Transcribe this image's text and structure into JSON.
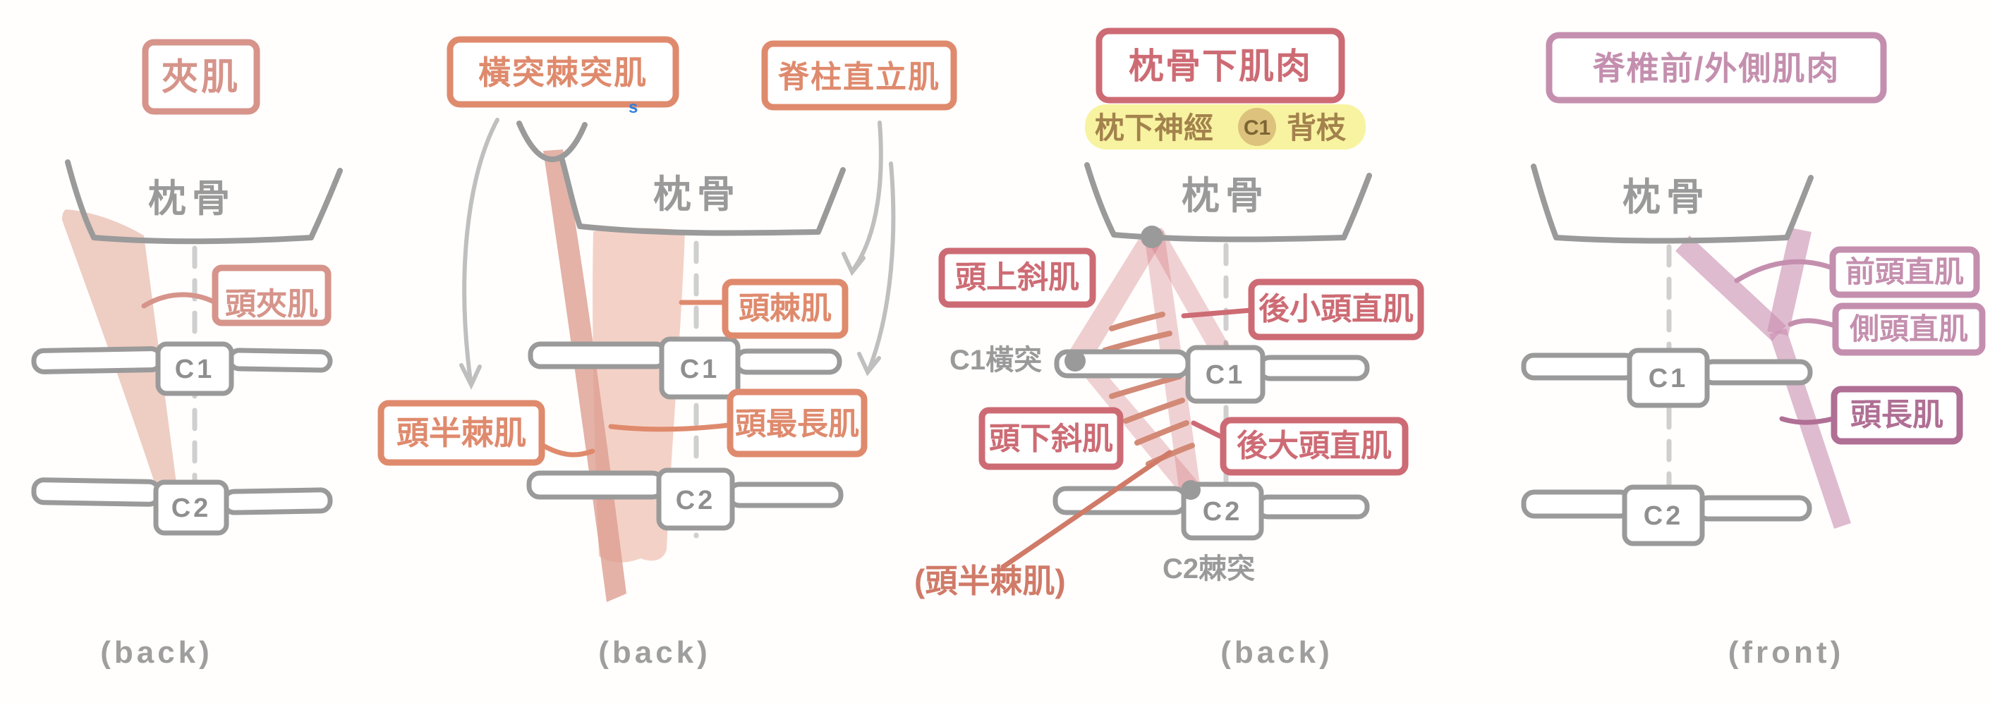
{
  "colors": {
    "panel1_accent": "#d6948a",
    "panel2_accent": "#df8a6d",
    "panel3_accent": "#cd6b74",
    "panel3_paren_accent": "#d07a68",
    "panel4_accent": "#c48fae",
    "panel4_dark_accent": "#b06f94",
    "bone_gray": "#9a9a9a",
    "muscle_pink_light": "#f2cabe",
    "muscle_pink_dark": "#dda092",
    "muscle_rose": "#cd6b74",
    "muscle_mauve": "#c990b2",
    "highlight_yellow": "#f8f3a0",
    "badge_tan": "#dcc27d",
    "note_brown": "#a3824d",
    "blue_mark": "#2b7de0"
  },
  "panels": [
    {
      "title": "夾肌",
      "occiput_label": "枕骨",
      "vertebrae": [
        "C1",
        "C2"
      ],
      "muscle_labels": [
        "頭夾肌"
      ],
      "view_label": "(back)"
    },
    {
      "titles": [
        "橫突棘突肌",
        "脊柱直立肌"
      ],
      "stray_mark": "s",
      "occiput_label": "枕骨",
      "vertebrae": [
        "C1",
        "C2"
      ],
      "muscle_labels": [
        "頭棘肌",
        "頭半棘肌",
        "頭最長肌"
      ],
      "view_label": "(back)"
    },
    {
      "title": "枕骨下肌肉",
      "note": {
        "prefix": "枕下神經",
        "badge": "C1",
        "suffix": "背枝"
      },
      "occiput_label": "枕骨",
      "vertebrae": [
        "C1",
        "C2"
      ],
      "bone_labels": [
        "C1橫突",
        "C2棘突"
      ],
      "muscle_labels": [
        "頭上斜肌",
        "後小頭直肌",
        "頭下斜肌",
        "後大頭直肌"
      ],
      "paren_label": "(頭半棘肌)",
      "view_label": "(back)"
    },
    {
      "title": "脊椎前/外側肌肉",
      "occiput_label": "枕骨",
      "vertebrae": [
        "C1",
        "C2"
      ],
      "muscle_labels": [
        "前頭直肌",
        "側頭直肌",
        "頭長肌"
      ],
      "view_label": "(front)"
    }
  ]
}
